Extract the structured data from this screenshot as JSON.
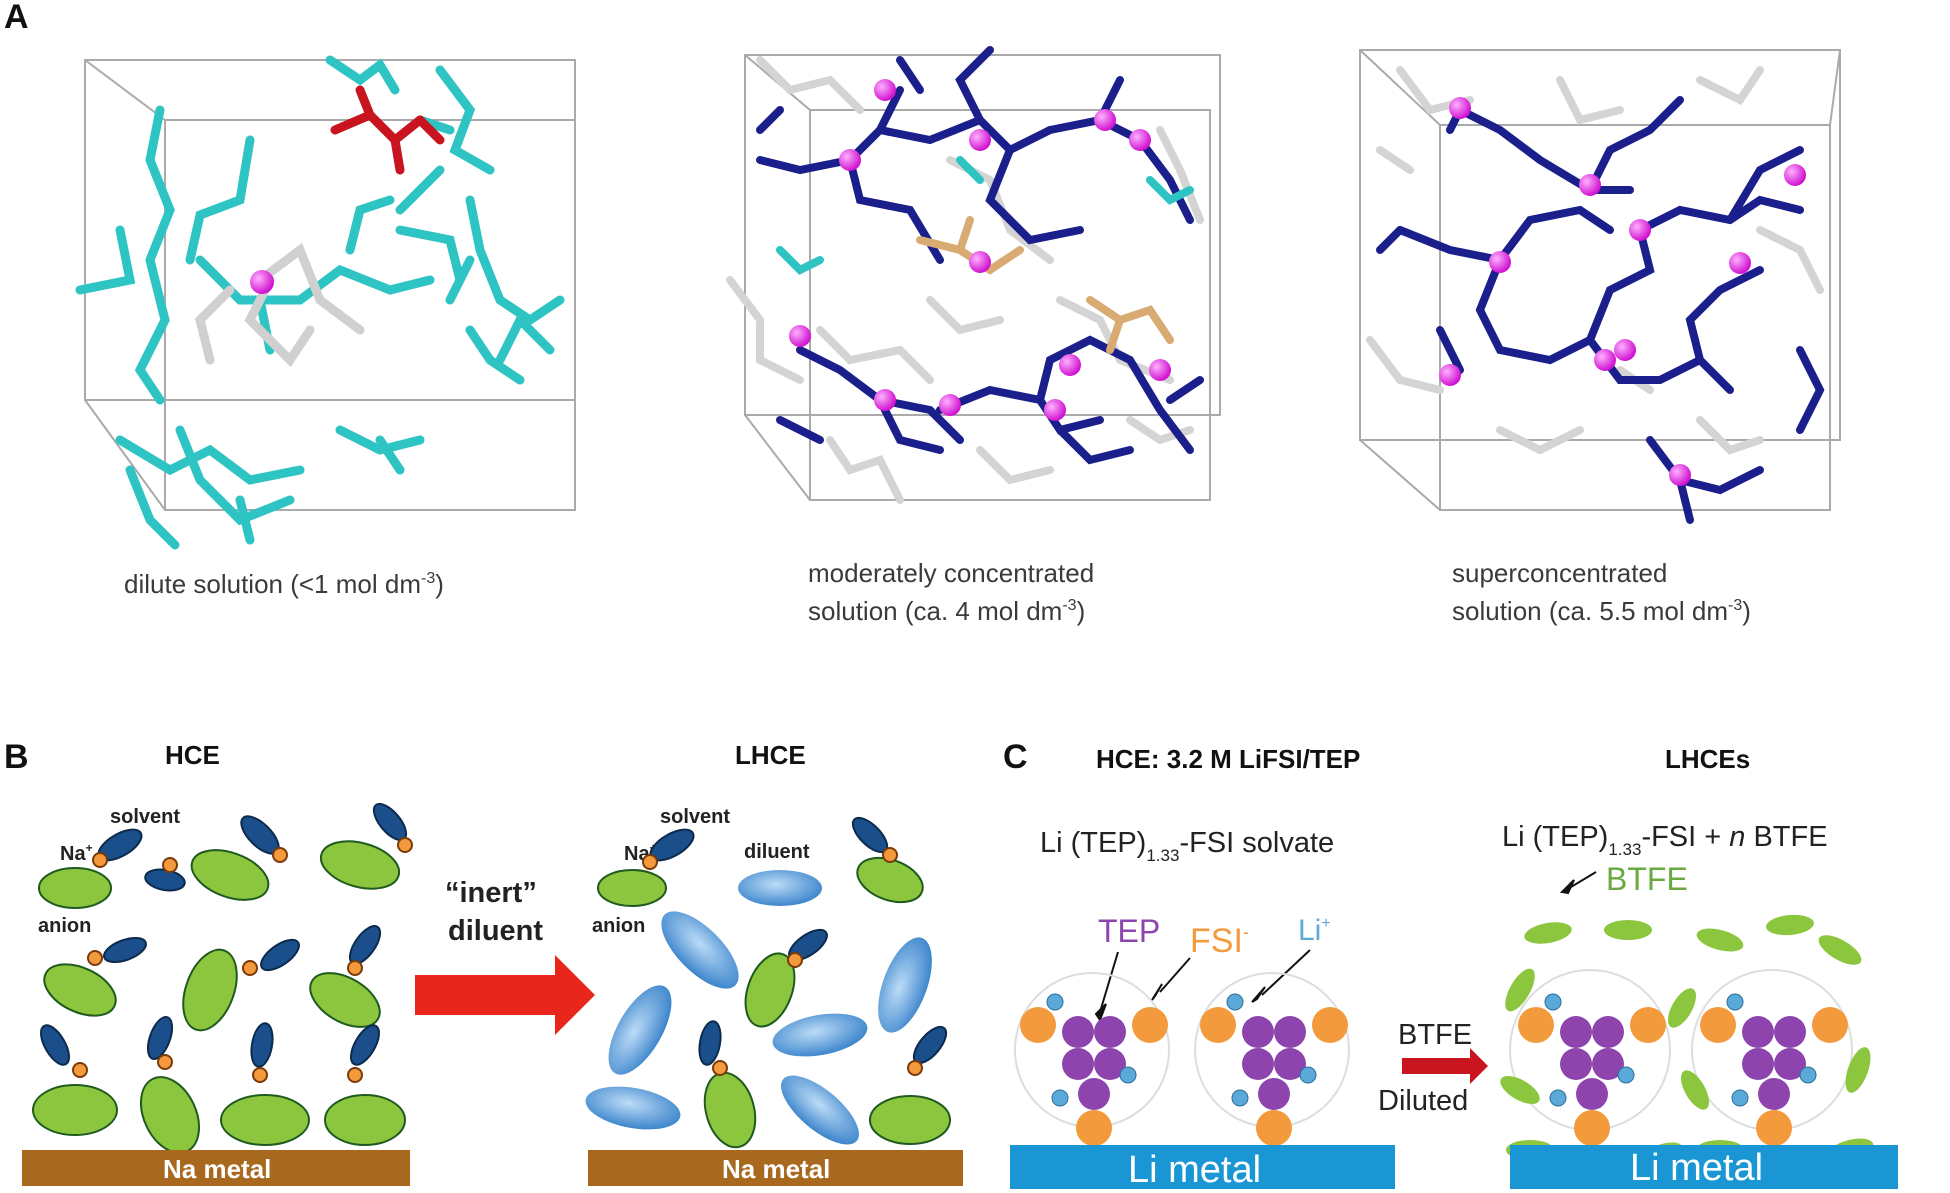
{
  "panel_a": {
    "label": "A",
    "captions": [
      {
        "line1": "dilute solution (<1 mol dm",
        "sup": "-3",
        "tail": ")"
      },
      {
        "line1": "moderately concentrated",
        "line2": "solution (ca. 4 mol dm",
        "sup": "-3",
        "tail": ")"
      },
      {
        "line1": "superconcentrated",
        "line2": "solution (ca. 5.5 mol dm",
        "sup": "-3",
        "tail": ")"
      }
    ]
  },
  "panel_b": {
    "label": "B",
    "hce_title": "HCE",
    "lhce_title": "LHCE",
    "solvent": "solvent",
    "na": "Na",
    "na_sup": "+",
    "anion": "anion",
    "diluent": "diluent",
    "arrow_line1": "“inert”",
    "arrow_line2": "diluent",
    "metal": "Na metal"
  },
  "panel_c": {
    "label": "C",
    "hce_title": "HCE: 3.2 M LiFSI/TEP",
    "lhce_title": "LHCEs",
    "hce_formula_a": "Li (TEP)",
    "hce_formula_sub": "1.33",
    "hce_formula_b": "-FSI solvate",
    "lhce_formula_a": "Li (TEP)",
    "lhce_formula_sub": "1.33",
    "lhce_formula_b": "-FSI + ",
    "lhce_formula_n": "n",
    "lhce_formula_c": " BTFE",
    "tep": "TEP",
    "fsi": "FSI",
    "fsi_sup": "-",
    "li": "Li",
    "li_sup": "+",
    "btfe_top": "BTFE",
    "btfe_arrow": "BTFE",
    "diluted": "Diluted",
    "metal": "Li metal"
  },
  "colors": {
    "cyan": "#2ec4c4",
    "red": "#c8141e",
    "navy": "#1a1f8c",
    "grey": "#cfcfcf",
    "magenta": "#e11ee1",
    "tan": "#d9aa72",
    "green": "#8cc63e",
    "blue_oval": "#5b9bd5",
    "orange": "#f39a3c",
    "purple": "#8e44ad",
    "li_blue": "#5aa9d8",
    "na_metal": "#a8691e",
    "li_metal": "#1a96d4",
    "arrow_red": "#e8261c"
  }
}
